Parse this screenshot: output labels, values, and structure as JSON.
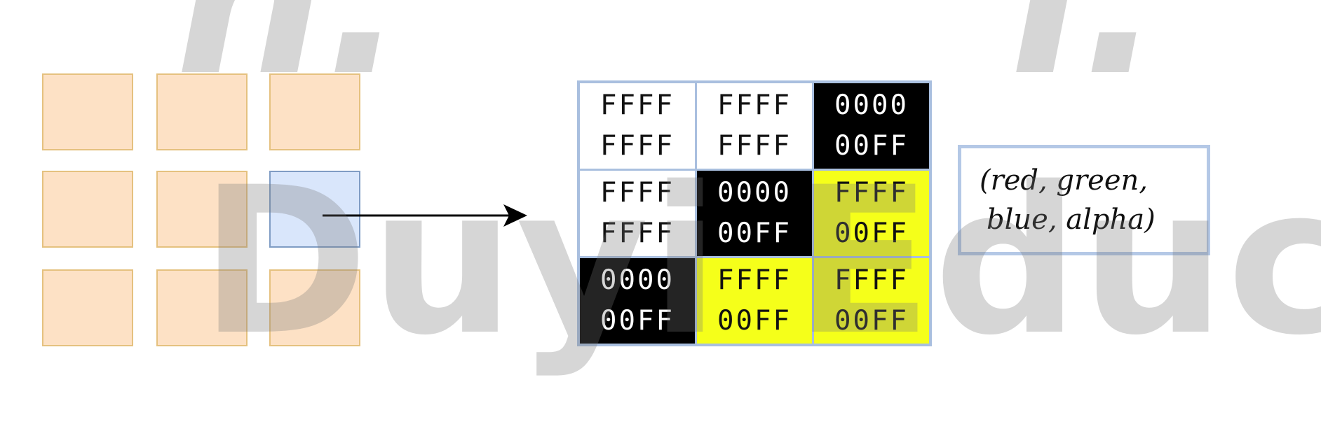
{
  "pixel_grid": {
    "selected_cell": "row-2-col-3",
    "fill_color": "#fde1c5",
    "selected_fill_color": "#d9e6fb"
  },
  "color_table": {
    "rows": [
      [
        {
          "line1": "FFFF",
          "line2": "FFFF",
          "fill": "white"
        },
        {
          "line1": "FFFF",
          "line2": "FFFF",
          "fill": "white"
        },
        {
          "line1": "0000",
          "line2": "00FF",
          "fill": "black"
        }
      ],
      [
        {
          "line1": "FFFF",
          "line2": "FFFF",
          "fill": "white"
        },
        {
          "line1": "0000",
          "line2": "00FF",
          "fill": "black"
        },
        {
          "line1": "FFFF",
          "line2": "00FF",
          "fill": "yellow"
        }
      ],
      [
        {
          "line1": "0000",
          "line2": "00FF",
          "fill": "black"
        },
        {
          "line1": "FFFF",
          "line2": "00FF",
          "fill": "yellow"
        },
        {
          "line1": "FFFF",
          "line2": "00FF",
          "fill": "yellow"
        }
      ]
    ]
  },
  "annotation": {
    "line1": "(red, green,",
    "line2": "blue, alpha)"
  },
  "watermark": {
    "top_left": "ñ.",
    "top_right": "ì.",
    "bottom": "Duyi Educ"
  }
}
